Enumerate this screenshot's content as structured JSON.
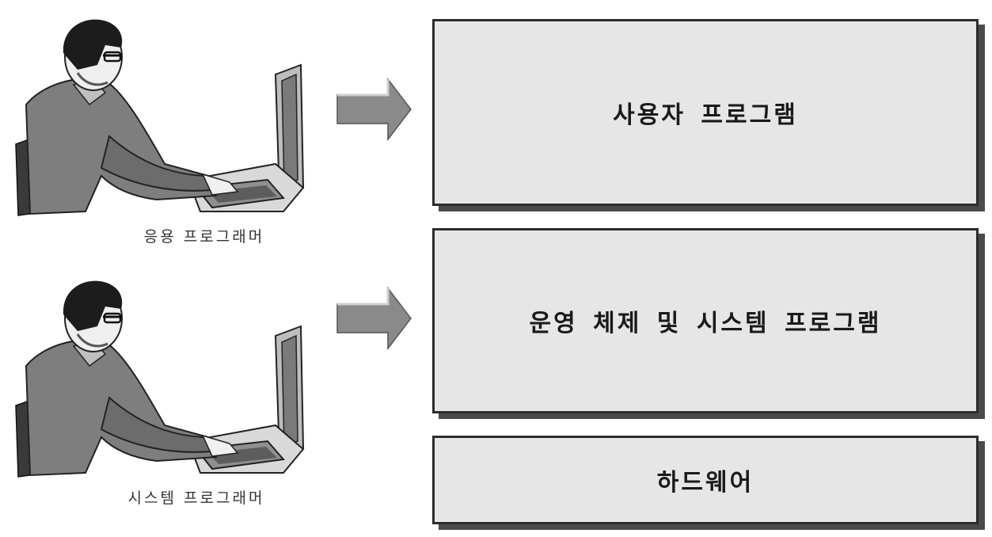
{
  "figures": [
    {
      "caption": "응용 프로그래머"
    },
    {
      "caption": "시스템 프로그래머"
    }
  ],
  "layers": [
    {
      "label": "사용자 프로그램"
    },
    {
      "label": "운영 체제 및 시스템 프로그램"
    },
    {
      "label": "하드웨어"
    }
  ],
  "colors": {
    "box_fill": "#e6e6e6",
    "box_border": "#2c2c2c",
    "shadow": "#4a4a4a",
    "arrow": "#8a8a8a"
  }
}
